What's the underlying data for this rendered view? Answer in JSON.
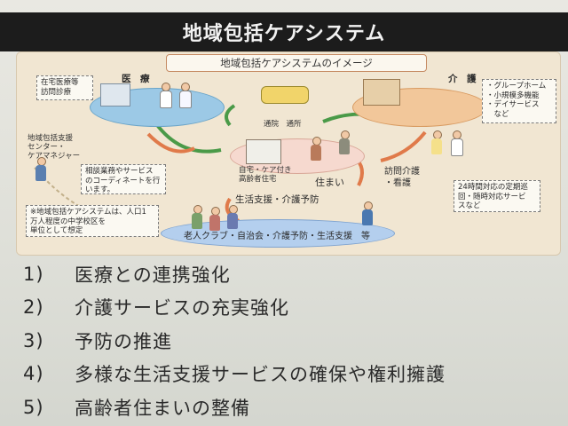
{
  "title": "地域包括ケアシステム",
  "diagram": {
    "subtitle": "地域包括ケアシステムのイメージ",
    "medical": "医　療",
    "care": "介　護",
    "home_visit": "在宅医療等\n訪問診療",
    "support_center": "地域包括支援\nセンター・\nケアマネジャー",
    "consult": "相談業務やサービス\nのコーディネートを行\nいます。",
    "note": "※地域包括ケアシステムは、人口1\n万人程度の中学校区を\n単位として想定",
    "commute": "通院　通所",
    "housing": "自宅・ケア付き\n高齢者住宅",
    "home": "住まい",
    "visit_care": "訪問介護\n・看護",
    "group_home": "・グループホーム\n・小規模多機能\n・デイサービス\n　など",
    "support_24h": "24時間対応の定期巡\n回・随時対応サービ\nスなど",
    "life_support": "生活支援・介護予防",
    "community": "老人クラブ・自治会・介護予防・生活支援　等"
  },
  "items": [
    {
      "num": "1)",
      "text": "医療との連携強化"
    },
    {
      "num": "2)",
      "text": "介護サービスの充実強化"
    },
    {
      "num": "3)",
      "text": "予防の推進"
    },
    {
      "num": "4)",
      "text": "多様な生活支援サービスの確保や権利擁護"
    },
    {
      "num": "5)",
      "text": "高齢者住まいの整備"
    }
  ]
}
